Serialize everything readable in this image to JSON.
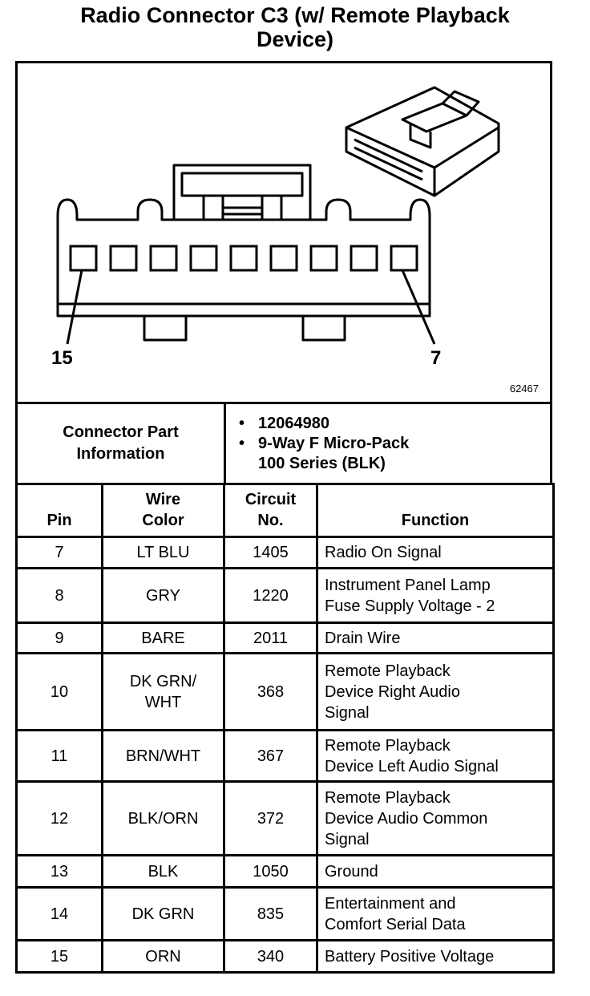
{
  "title_line1": "Radio Connector C3 (w/ Remote Playback",
  "title_line2": "Device)",
  "diagram": {
    "left_pin_label": "15",
    "right_pin_label": "7",
    "figure_number": "62467"
  },
  "connector_info": {
    "label_line1": "Connector Part",
    "label_line2": "Information",
    "items": [
      "12064980",
      "9-Way F Micro-Pack"
    ],
    "item2_continuation": "100 Series (BLK)"
  },
  "table": {
    "headers": {
      "pin": "Pin",
      "wire_line1": "Wire",
      "wire_line2": "Color",
      "circuit_line1": "Circuit",
      "circuit_line2": "No.",
      "function": "Function"
    },
    "rows": [
      {
        "pin": "7",
        "wire": [
          "LT BLU"
        ],
        "circuit": "1405",
        "function": [
          "Radio On Signal"
        ]
      },
      {
        "pin": "8",
        "wire": [
          "GRY"
        ],
        "circuit": "1220",
        "function": [
          "Instrument Panel Lamp",
          "Fuse Supply Voltage - 2"
        ]
      },
      {
        "pin": "9",
        "wire": [
          "BARE"
        ],
        "circuit": "2011",
        "function": [
          "Drain Wire"
        ]
      },
      {
        "pin": "10",
        "wire": [
          "DK GRN/",
          "WHT"
        ],
        "circuit": "368",
        "function": [
          "Remote Playback",
          "Device Right Audio",
          "Signal"
        ]
      },
      {
        "pin": "11",
        "wire": [
          "BRN/WHT"
        ],
        "circuit": "367",
        "function": [
          "Remote Playback",
          "Device Left Audio Signal"
        ]
      },
      {
        "pin": "12",
        "wire": [
          "BLK/ORN"
        ],
        "circuit": "372",
        "function": [
          "Remote Playback",
          "Device Audio Common",
          "Signal"
        ]
      },
      {
        "pin": "13",
        "wire": [
          "BLK"
        ],
        "circuit": "1050",
        "function": [
          "Ground"
        ]
      },
      {
        "pin": "14",
        "wire": [
          "DK GRN"
        ],
        "circuit": "835",
        "function": [
          "Entertainment and",
          "Comfort Serial Data"
        ]
      },
      {
        "pin": "15",
        "wire": [
          "ORN"
        ],
        "circuit": "340",
        "function": [
          "Battery Positive Voltage"
        ]
      }
    ]
  }
}
